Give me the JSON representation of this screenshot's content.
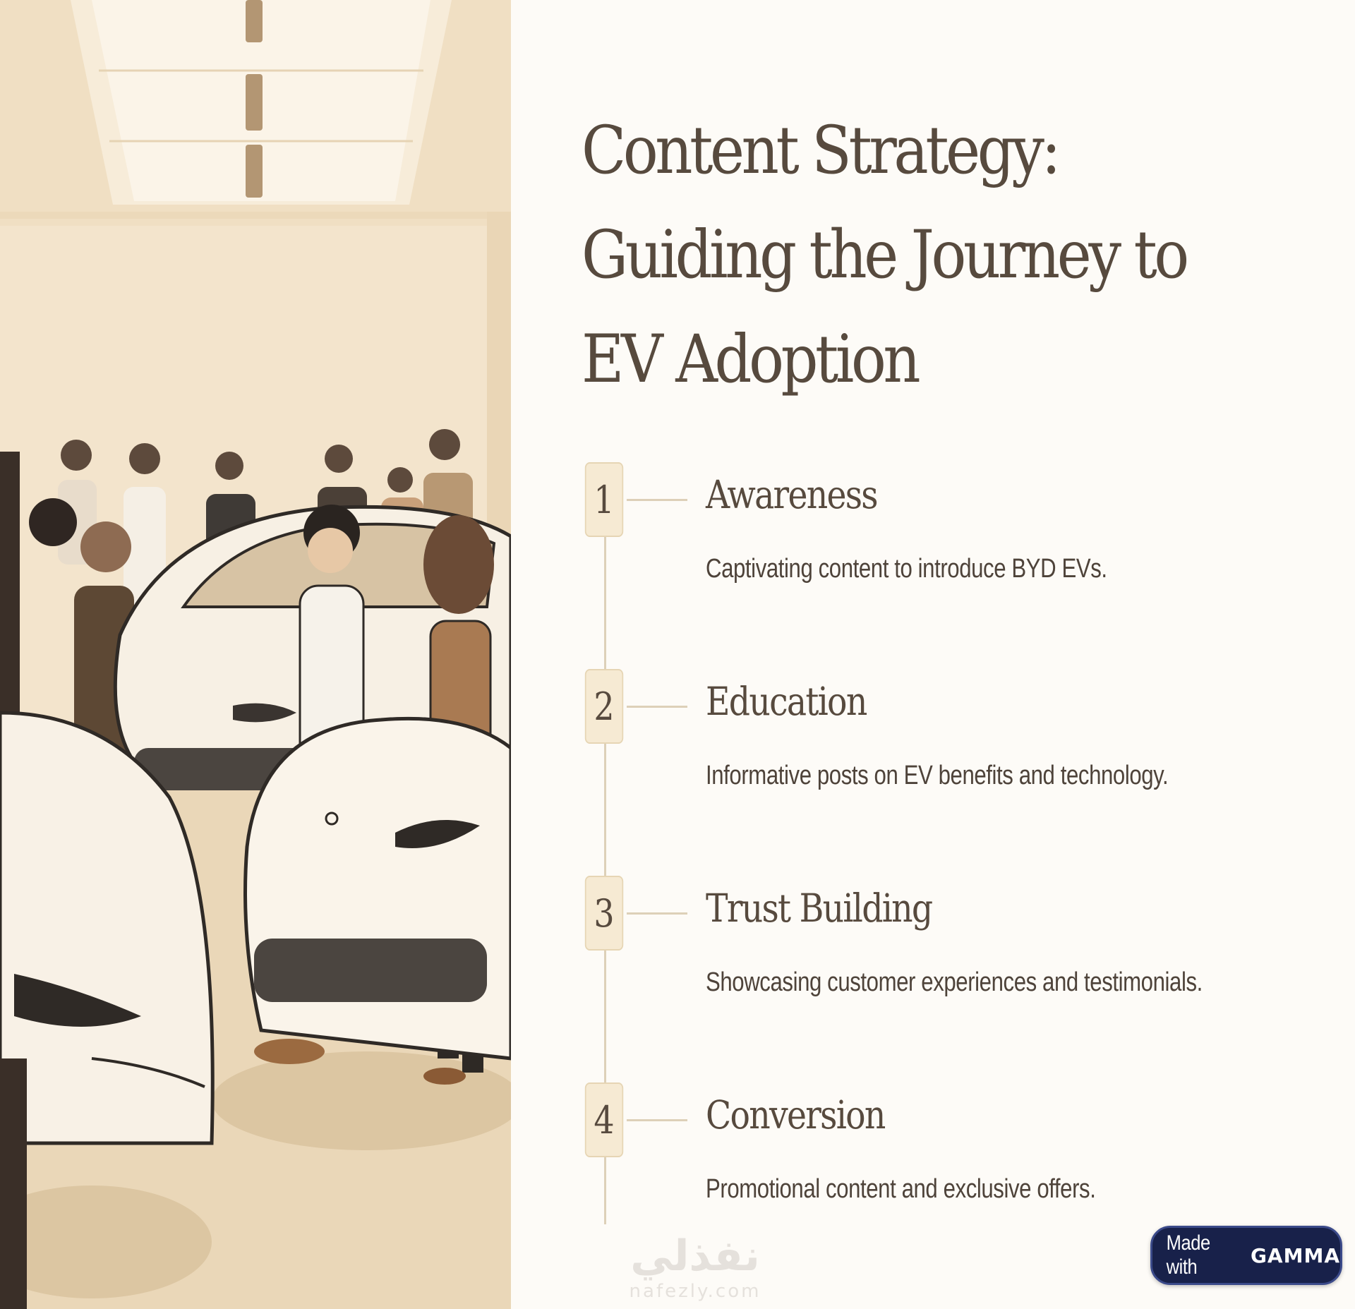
{
  "title": "Content Strategy: Guiding the Journey to EV Adoption",
  "illustration": {
    "icon": "ev-showroom-illustration"
  },
  "steps": [
    {
      "number": "1",
      "title": "Awareness",
      "description": "Captivating content to introduce BYD EVs."
    },
    {
      "number": "2",
      "title": "Education",
      "description": "Informative posts on EV benefits and technology."
    },
    {
      "number": "3",
      "title": "Trust Building",
      "description": "Showcasing customer experiences and testimonials."
    },
    {
      "number": "4",
      "title": "Conversion",
      "description": "Promotional content and exclusive offers."
    }
  ],
  "watermark": {
    "arabic": "نفذلي",
    "domain": "nafezly.com"
  },
  "badge": {
    "prefix": "Made with",
    "brand": "GAMMA"
  },
  "colors": {
    "heading": "#574a3e",
    "badge_fill": "#f6ead3",
    "timeline": "#ddd0b8",
    "gamma_badge": "#18214a"
  }
}
